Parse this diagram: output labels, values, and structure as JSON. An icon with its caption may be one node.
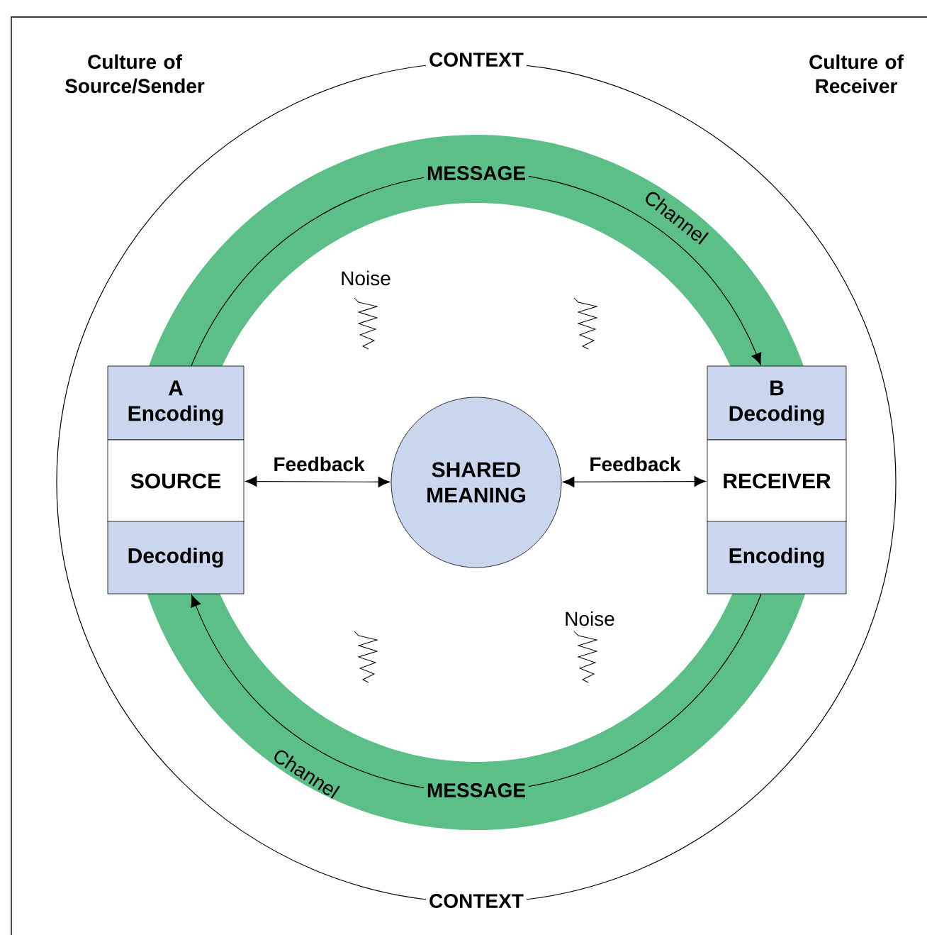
{
  "diagram": {
    "nodes": [
      {
        "text": [
          "A",
          "Encoding"
        ]
      },
      {
        "text": [
          "SOURCE"
        ]
      },
      {
        "text": [
          "Decoding"
        ]
      },
      {
        "text": [
          "SHARED MEANING"
        ]
      },
      {
        "text": [
          "B",
          "Decoding"
        ]
      },
      {
        "text": [
          "RECEIVER"
        ]
      },
      {
        "text": [
          "Encoding"
        ]
      }
    ],
    "edges": [
      {
        "from": 0,
        "to": 4,
        "arrow": "to",
        "label": "MESSAGE"
      },
      {
        "from": 6,
        "to": 2,
        "arrow": "to",
        "label": "MESSAGE"
      },
      {
        "from": 1,
        "to": 3,
        "arrow": "both",
        "label": "Feedback"
      },
      {
        "from": 3,
        "to": 5,
        "arrow": "both",
        "label": "Feedback"
      }
    ],
    "labels": [
      "Culture of Source/Sender",
      "CONTEXT",
      "Culture of Receiver",
      "Channel",
      "Noise",
      "Noise",
      "Channel",
      "CONTEXT"
    ]
  }
}
